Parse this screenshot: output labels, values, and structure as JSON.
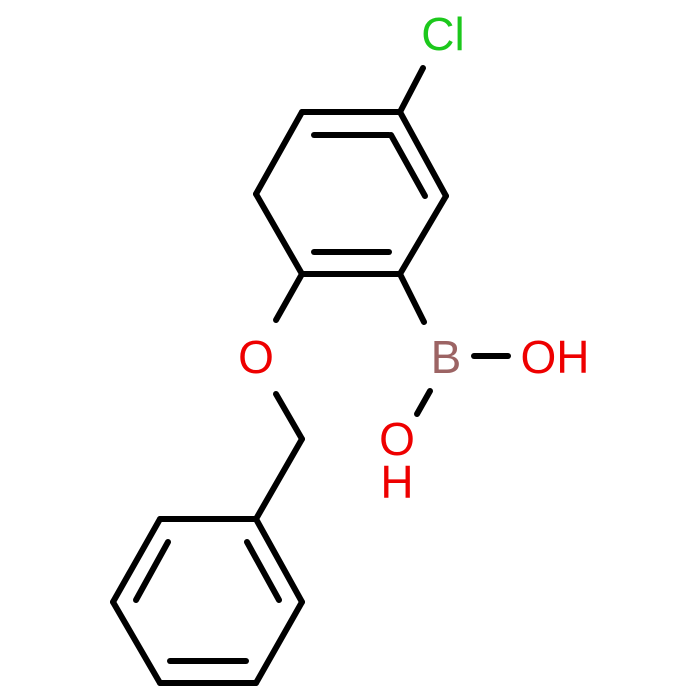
{
  "molecule": {
    "atoms": {
      "chlorine": {
        "symbol": "Cl",
        "color": "#1cc81c"
      },
      "ether_oxygen": {
        "symbol": "O",
        "color": "#ee0000"
      },
      "boron": {
        "symbol": "B",
        "color": "#9c6464"
      },
      "hydroxyl_right": {
        "symbol": "OH",
        "color": "#ee0000"
      },
      "hydroxyl_lower_o": {
        "symbol": "O",
        "color": "#ee0000"
      },
      "hydroxyl_lower_h": {
        "symbol": "H",
        "color": "#ee0000"
      }
    },
    "bond_color": "#000000"
  }
}
